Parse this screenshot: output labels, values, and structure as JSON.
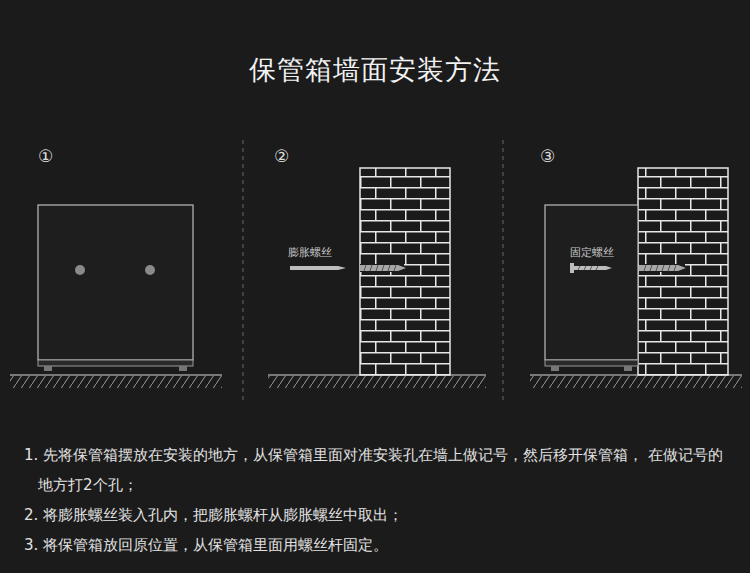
{
  "diagram": {
    "title": "保管箱墙面安装方法",
    "nodes": [
      {
        "text": [
          "固定螺丝"
        ]
      }
    ],
    "labels": [
      "①",
      "②",
      "膨胀螺丝",
      "③",
      "1. 先将保管箱摆放在安装的地方，从保管箱里面对准安装孔在墙上做记号，然后移开保管箱， 在做记号的地方打2个孔；",
      "2. 将膨胀螺丝装入孔内，把膨胀螺杆从膨胀螺丝中取出；",
      "3. 将保管箱放回原位置，从保管箱里面用螺丝杆固定。"
    ]
  }
}
